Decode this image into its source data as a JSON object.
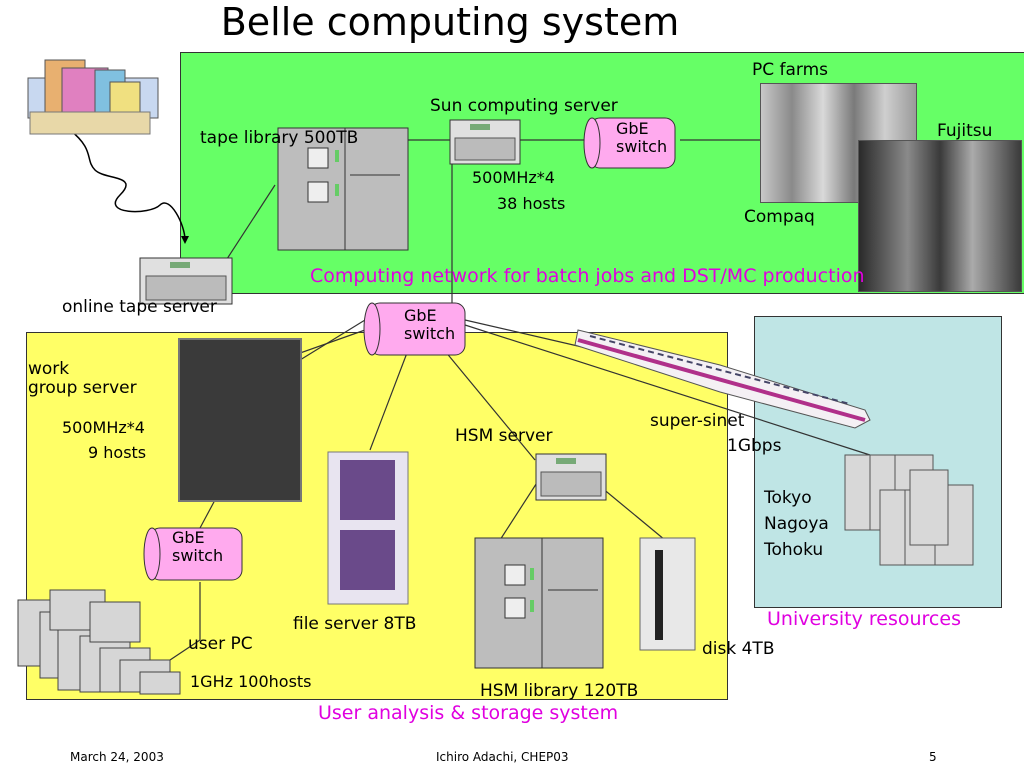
{
  "title": "Belle computing system",
  "computing_network": {
    "caption": "Computing network for batch jobs and DST/MC production",
    "tape_library_label": "tape library 500TB",
    "sun_server_label": "Sun computing server",
    "sun_server_spec1": "500MHz*4",
    "sun_server_spec2": "38 hosts",
    "gbe_label1": "GbE",
    "gbe_label2": "switch",
    "pc_farms_label": "PC farms",
    "fujitsu_label": "Fujitsu",
    "compaq_label": "Compaq"
  },
  "online_tape_server_label": "online tape server",
  "central_switch": {
    "line1": "GbE",
    "line2": "switch"
  },
  "user_analysis": {
    "caption": "User analysis & storage system",
    "work_group_line1": "work",
    "work_group_line2": "group server",
    "work_group_spec1": "500MHz*4",
    "work_group_spec2": "9 hosts",
    "switch_line1": "GbE",
    "switch_line2": "switch",
    "file_server_label": "file server 8TB",
    "hsm_server_label": "HSM server",
    "hsm_library_label": "HSM library 120TB",
    "disk_label": "disk 4TB",
    "user_pc_label": "user PC",
    "user_pc_spec": "1GHz 100hosts"
  },
  "super_sinet": {
    "line1": "super-sinet",
    "line2": "1Gbps"
  },
  "university": {
    "caption": "University resources",
    "sites": [
      "Tokyo",
      "Nagoya",
      "Tohoku"
    ]
  },
  "footer": {
    "date": "March 24, 2003",
    "author": "Ichiro Adachi, CHEP03",
    "page": "5"
  },
  "colors": {
    "green_region": "#66ff66",
    "yellow_region": "#ffff66",
    "blue_region": "#bfe5e5",
    "switch_fill": "#ffaaee",
    "caption_magenta": "#e000e0"
  }
}
